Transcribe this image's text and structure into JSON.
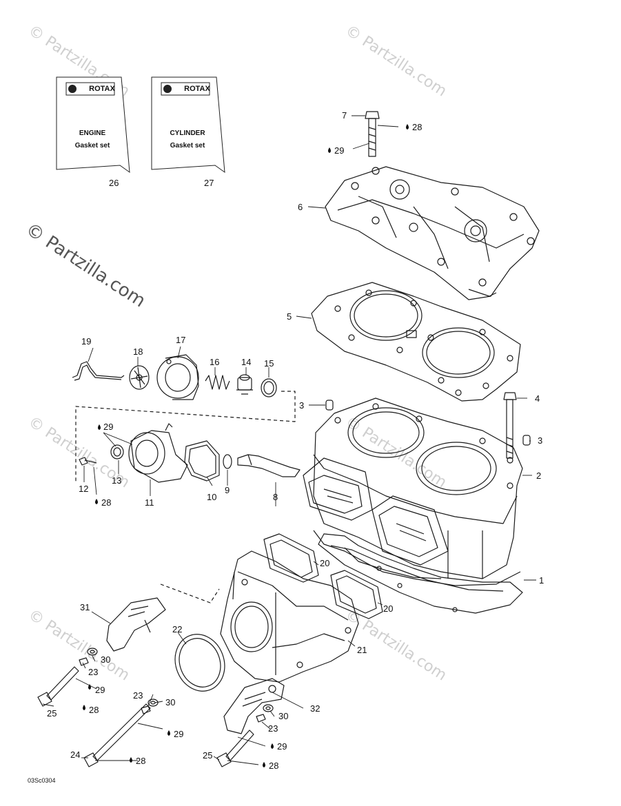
{
  "watermark": {
    "main": "© Partzilla.com",
    "tile": "© Partzilla.com"
  },
  "kits": [
    {
      "brand": "ROTAX",
      "line1": "ENGINE",
      "line2": "Gasket set",
      "ref": "26"
    },
    {
      "brand": "ROTAX",
      "line1": "CYLINDER",
      "line2": "Gasket set",
      "ref": "27"
    }
  ],
  "callouts": {
    "c1": "1",
    "c2": "2",
    "c3a": "3",
    "c3b": "3",
    "c4": "4",
    "c5": "5",
    "c6": "6",
    "c7": "7",
    "c8": "8",
    "c9": "9",
    "c10": "10",
    "c11": "11",
    "c12": "12",
    "c13": "13",
    "c14": "14",
    "c15": "15",
    "c16": "16",
    "c17": "17",
    "c18": "18",
    "c19": "19",
    "c20a": "20",
    "c20b": "20",
    "c21": "21",
    "c22": "22",
    "c23a": "23",
    "c23b": "23",
    "c23c": "23",
    "c24": "24",
    "c25a": "25",
    "c25b": "25",
    "c28a": "28",
    "c28b": "28",
    "c28c": "28",
    "c28d": "28",
    "c28e": "28",
    "c29a": "29",
    "c29b": "29",
    "c29c": "29",
    "c29d": "29",
    "c29e": "29",
    "c30a": "30",
    "c30b": "30",
    "c30c": "30",
    "c31": "31",
    "c32": "32"
  },
  "diagram_code": "03Sc0304"
}
